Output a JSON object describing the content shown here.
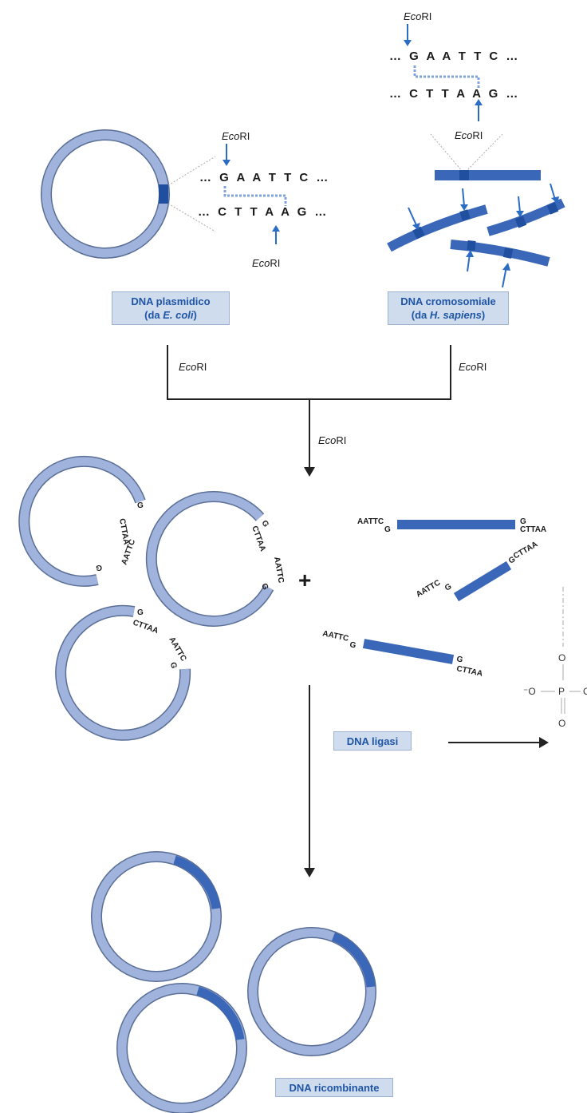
{
  "colors": {
    "dna_light": "#9fb3dc",
    "dna_dark": "#1f4f9e",
    "dna_mid": "#3a67b8",
    "arrow": "#2b6cc4",
    "box_bg": "#cfdcee",
    "box_text": "#1f55a5",
    "line": "#222222"
  },
  "enzyme": {
    "prefix": "Eco",
    "suffix": "RI"
  },
  "sequences": {
    "top_strand": "… G A A T T C …",
    "bottom_strand": "… C T T A A G …"
  },
  "labels": {
    "plasmid": {
      "line1": "DNA plasmidico",
      "line2_pre": "(da ",
      "line2_italic": "E. coli",
      "line2_post": ")"
    },
    "chromosomal": {
      "line1": "DNA cromosomiale",
      "line2_pre": "(da ",
      "line2_italic": "H. sapiens",
      "line2_post": ")"
    },
    "ligase": "DNA ligasi",
    "recombinant": "DNA ricombinante"
  },
  "sticky_ends": {
    "g": "G",
    "cttaa": "CTTAA",
    "aattc": "AATTC",
    "plus": "+"
  },
  "phosphodiester": {
    "o_top": "O",
    "o_minus": "⁻O",
    "p": "P",
    "o_bottom": "O",
    "o_right": "O"
  }
}
